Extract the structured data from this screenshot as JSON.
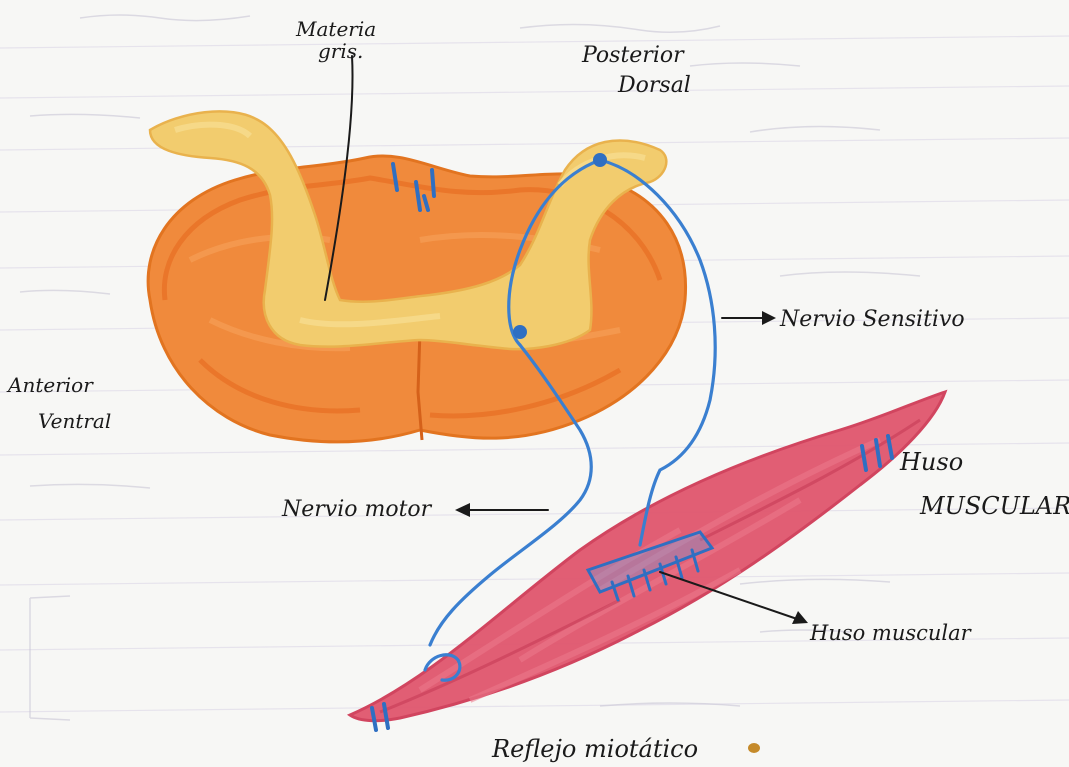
{
  "labels": {
    "materia_gris": "Materia\ngris.",
    "posterior_dorsal": "Posterior\nDorsal",
    "anterior_ventral": "Anterior\nVentral",
    "nervio_sensitivo": "Nervio Sensitivo",
    "nervio_motor": "Nervio motor",
    "huso_muscular_title": "Huso\nMUSCULAR",
    "huso_muscular": "Huso muscular",
    "caption": "Reflejo miotático"
  },
  "colors": {
    "paper": "#f7f7f5",
    "spinal_cord": "#f08a3c",
    "gray_matter": "#f2cc6e",
    "nerve": "#3a7fd0",
    "muscle": "#e0566e",
    "ink": "#1a1a1a"
  }
}
